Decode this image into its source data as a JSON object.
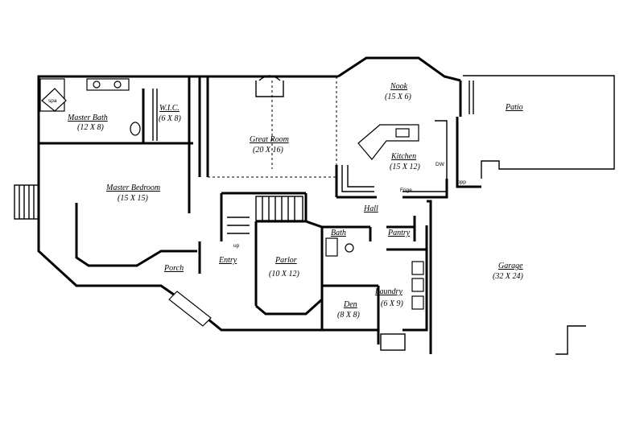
{
  "rooms": {
    "master_bath": {
      "name": "Master Bath",
      "size": "(12 X 8)"
    },
    "wic": {
      "name": "W.I.C.",
      "size": "(6 X 8)"
    },
    "great_room": {
      "name": "Great Room",
      "size": "(20 X 16)"
    },
    "nook": {
      "name": "Nook",
      "size": "(15 X 6)"
    },
    "kitchen": {
      "name": "Kitchen",
      "size": "(15 X 12)"
    },
    "patio": {
      "name": "Patio"
    },
    "master_bedroom": {
      "name": "Master Bedroom",
      "size": "(15 X 15)"
    },
    "hall": {
      "name": "Hall"
    },
    "bath": {
      "name": "Bath"
    },
    "pantry": {
      "name": "Pantry"
    },
    "entry": {
      "name": "Entry"
    },
    "parlor": {
      "name": "Parlor",
      "size": "(10 X 12)"
    },
    "porch": {
      "name": "Porch"
    },
    "laundry": {
      "name": "Laundry",
      "size": "(6 X 9)"
    },
    "den": {
      "name": "Den",
      "size": "(8 X 8)"
    },
    "garage": {
      "name": "Garage",
      "size": "(32 X 24)"
    }
  },
  "fixtures": {
    "spa": "spa",
    "fridge": "Frige",
    "dw": "DW",
    "pantry_small": "ppp",
    "up": "up"
  }
}
